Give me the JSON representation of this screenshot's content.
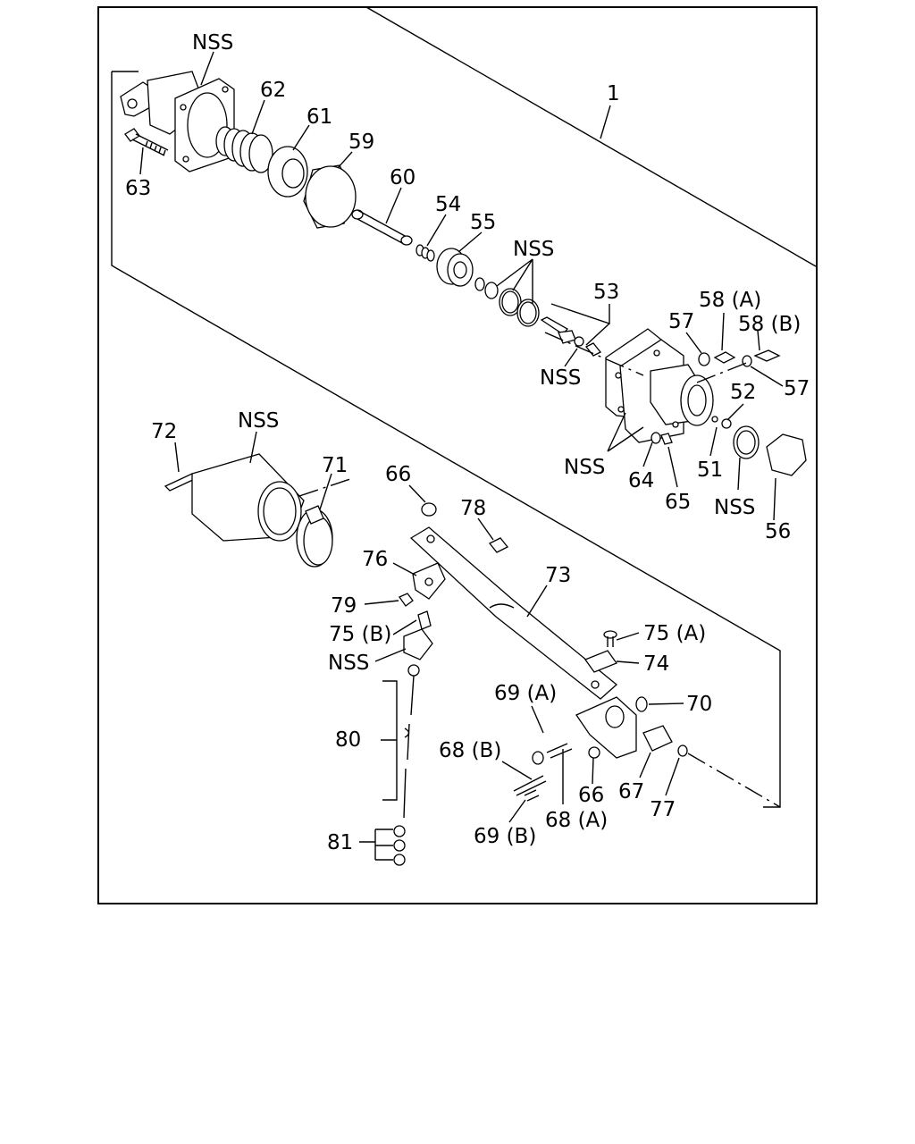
{
  "diagram": {
    "labels": {
      "nss_top": "NSS",
      "p62": "62",
      "p61": "61",
      "p59": "59",
      "p1": "1",
      "p63": "63",
      "p60": "60",
      "p54": "54",
      "p55": "55",
      "nss_rings": "NSS",
      "p53": "53",
      "p58a": "58 (A)",
      "p57a": "57",
      "p58b": "58 (B)",
      "nss_53": "NSS",
      "p57b": "57",
      "p52": "52",
      "p72": "72",
      "nss_boot": "NSS",
      "p71": "71",
      "nss_housing": "NSS",
      "p64": "64",
      "p51": "51",
      "p65": "65",
      "nss_56": "NSS",
      "p56": "56",
      "p66a": "66",
      "p78": "78",
      "p73": "73",
      "p76": "76",
      "p79": "79",
      "p75b": "75 (B)",
      "p75a": "75 (A)",
      "nss_cap": "NSS",
      "p74": "74",
      "p69a": "69 (A)",
      "p70": "70",
      "p80": "80",
      "p68b": "68 (B)",
      "p66b": "66",
      "p67": "67",
      "p77": "77",
      "p68a": "68 (A)",
      "p69b": "69 (B)",
      "p81": "81"
    }
  }
}
